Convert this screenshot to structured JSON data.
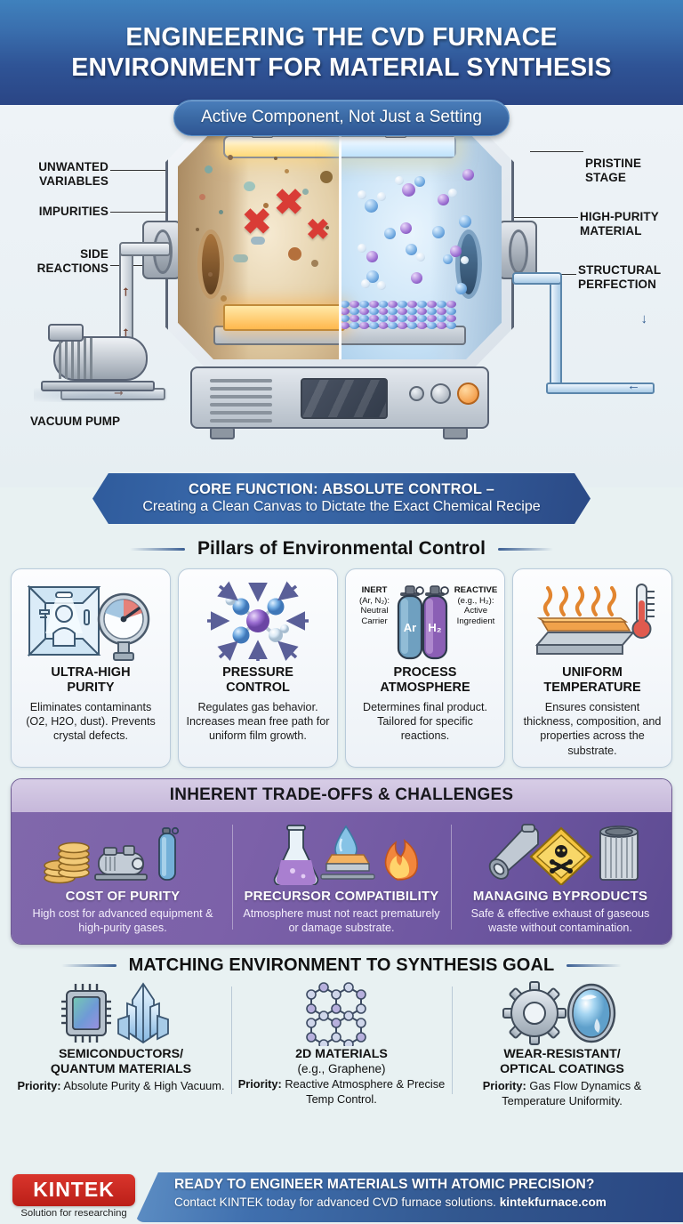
{
  "header": {
    "title_line1": "ENGINEERING THE CVD FURNACE",
    "title_line2": "ENVIRONMENT FOR MATERIAL SYNTHESIS",
    "subtitle": "Active Component, Not Just a Setting"
  },
  "diagram": {
    "labels_left": [
      "UNWANTED\nVARIABLES",
      "IMPURITIES",
      "SIDE\nREACTIONS"
    ],
    "labels_left_flat": [
      "UNWANTED VARIABLES",
      "IMPURITIES",
      "SIDE REACTIONS"
    ],
    "labels_right_flat": [
      "PRISTINE STAGE",
      "HIGH-PURITY MATERIAL",
      "STRUCTURAL PERFECTION"
    ],
    "unwanted_variables_l1": "UNWANTED",
    "unwanted_variables_l2": "VARIABLES",
    "impurities": "IMPURITIES",
    "side_reactions_l1": "SIDE",
    "side_reactions_l2": "REACTIONS",
    "pristine_l1": "PRISTINE",
    "pristine_l2": "STAGE",
    "highpurity_l1": "HIGH-PURITY",
    "highpurity_l2": "MATERIAL",
    "structural_l1": "STRUCTURAL",
    "structural_l2": "PERFECTION",
    "vacuum_pump": "VACUUM PUMP"
  },
  "core_banner": {
    "line1": "CORE FUNCTION: ABSOLUTE CONTROL –",
    "line2": "Creating a Clean Canvas to Dictate the Exact Chemical Recipe"
  },
  "pillars_section": {
    "title": "Pillars of Environmental Control",
    "cards": [
      {
        "icon": "cleanroom-gauge-icon",
        "title_l1": "ULTRA-HIGH",
        "title_l2": "PURITY",
        "desc": "Eliminates contaminants (O2, H2O, dust). Prevents crystal defects."
      },
      {
        "icon": "molecule-pressure-icon",
        "title_l1": "PRESSURE",
        "title_l2": "CONTROL",
        "desc": "Regulates gas behavior. Increases mean free path for uniform film growth."
      },
      {
        "icon": "gas-cylinders-icon",
        "title_l1": "PROCESS",
        "title_l2": "ATMOSPHERE",
        "desc": "Determines final product. Tailored for specific reactions.",
        "inert_label": "INERT",
        "inert_sub1": "(Ar, N₂):",
        "inert_sub2": "Neutral",
        "inert_sub3": "Carrier",
        "reactive_label": "REACTIVE",
        "reactive_sub1": "(e.g., H₂):",
        "reactive_sub2": "Active",
        "reactive_sub3": "Ingredient",
        "cylinder_inert": "Ar",
        "cylinder_reactive": "H₂"
      },
      {
        "icon": "heated-substrate-thermometer-icon",
        "title_l1": "UNIFORM",
        "title_l2": "TEMPERATURE",
        "desc": "Ensures consistent thickness, composition, and properties across the substrate."
      }
    ]
  },
  "tradeoffs": {
    "title": "INHERENT TRADE-OFFS & CHALLENGES",
    "columns": [
      {
        "icons": [
          "coins-icon",
          "vacuum-pump-icon",
          "gas-cylinder-icon"
        ],
        "title": "COST OF PURITY",
        "desc": "High cost for advanced equipment & high-purity gases."
      },
      {
        "icons": [
          "flask-icon",
          "water-drop-icon",
          "flame-icon"
        ],
        "title": "PRECURSOR COMPATIBILITY",
        "desc": "Atmosphere must not react prematurely or damage substrate."
      },
      {
        "icons": [
          "exhaust-pipe-icon",
          "toxic-hazard-icon",
          "filter-icon"
        ],
        "title": "MANAGING BYPRODUCTS",
        "desc": "Safe & effective exhaust of gaseous waste without contamination."
      }
    ]
  },
  "matching": {
    "title": "MATCHING ENVIRONMENT TO SYNTHESIS GOAL",
    "columns": [
      {
        "icons": [
          "microchip-icon",
          "crystal-icon"
        ],
        "title_l1": "SEMICONDUCTORS/",
        "title_l2": "QUANTUM MATERIALS",
        "sub": "",
        "priority_label": "Priority:",
        "priority_text": " Absolute Purity & High Vacuum."
      },
      {
        "icons": [
          "graphene-lattice-icon"
        ],
        "title_l1": "2D MATERIALS",
        "title_l2": "",
        "sub": "(e.g., Graphene)",
        "priority_label": "Priority:",
        "priority_text": " Reactive Atmosphere & Precise Temp Control."
      },
      {
        "icons": [
          "gear-icon",
          "optical-lens-icon"
        ],
        "title_l1": "WEAR-RESISTANT/",
        "title_l2": "OPTICAL COATINGS",
        "sub": "",
        "priority_label": "Priority:",
        "priority_text": " Gas Flow Dynamics & Temperature Uniformity."
      }
    ]
  },
  "footer": {
    "logo_text": "KINTEK",
    "logo_tagline": "Solution for researching",
    "cta_line1": "READY TO ENGINEER MATERIALS WITH ATOMIC PRECISION?",
    "cta_line2_prefix": "Contact KINTEK today for advanced CVD furnace solutions. ",
    "cta_url": "kintekfurnace.com"
  },
  "colors": {
    "header_top": "#3f81bd",
    "header_bottom": "#2a4585",
    "page_bg": "#e8f1f2",
    "tradeoff_purple": "#7c61a9",
    "tradeoff_head": "#cdc2e0",
    "accent_red": "#d9352c",
    "x_mark_red": "#d93c36"
  }
}
